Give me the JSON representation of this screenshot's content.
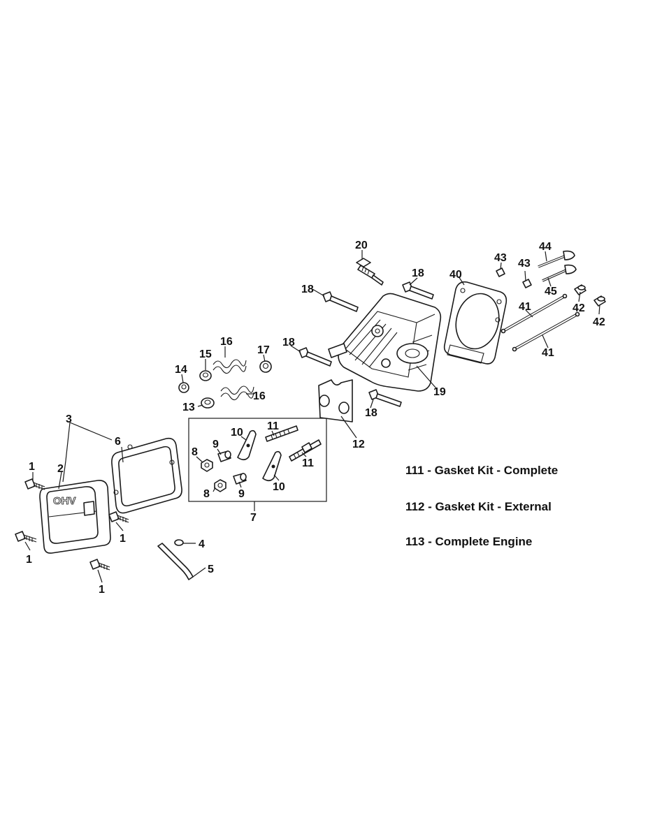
{
  "callouts": {
    "c1a": "1",
    "c1b": "1",
    "c1c": "1",
    "c1d": "1",
    "c2": "2",
    "c3": "3",
    "c4": "4",
    "c5": "5",
    "c6": "6",
    "c7": "7",
    "c8a": "8",
    "c8b": "8",
    "c9a": "9",
    "c9b": "9",
    "c10a": "10",
    "c10b": "10",
    "c11a": "11",
    "c11b": "11",
    "c12": "12",
    "c13": "13",
    "c14": "14",
    "c15": "15",
    "c16a": "16",
    "c16b": "16",
    "c17": "17",
    "c18a": "18",
    "c18b": "18",
    "c18c": "18",
    "c18d": "18",
    "c19": "19",
    "c20": "20",
    "c40": "40",
    "c41a": "41",
    "c41b": "41",
    "c42a": "42",
    "c42b": "42",
    "c43a": "43",
    "c43b": "43",
    "c44": "44",
    "c45": "45"
  },
  "cover_text": "OHV",
  "legend": [
    {
      "text": "111 - Gasket Kit - Complete"
    },
    {
      "text": "112 - Gasket Kit - External"
    },
    {
      "text": "113 - Complete Engine"
    }
  ]
}
